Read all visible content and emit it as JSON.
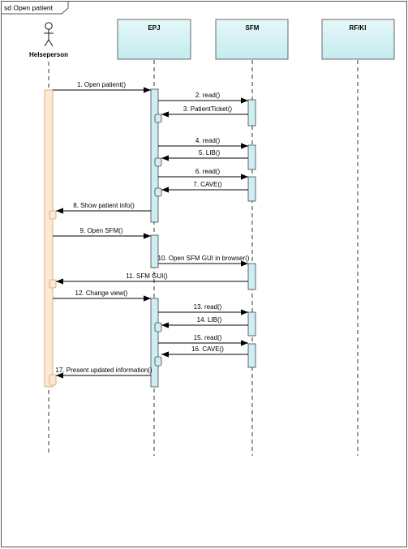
{
  "frame": {
    "title": "sd Open patient"
  },
  "actor": {
    "name": "Helseperson"
  },
  "lifelines": [
    {
      "id": "epj",
      "label": "EPJ"
    },
    {
      "id": "sfm",
      "label": "SFM"
    },
    {
      "id": "rfki",
      "label": "RF/KI"
    }
  ],
  "messages": [
    {
      "n": 1,
      "label": "1. Open patient()",
      "from": "actor",
      "to": "epj",
      "kind": "call"
    },
    {
      "n": 2,
      "label": "2. read()",
      "from": "epj",
      "to": "sfm",
      "kind": "call"
    },
    {
      "n": 3,
      "label": "3. PatientTicket()",
      "from": "sfm",
      "to": "epj",
      "kind": "return"
    },
    {
      "n": 4,
      "label": "4. read()",
      "from": "epj",
      "to": "sfm",
      "kind": "call"
    },
    {
      "n": 5,
      "label": "5. LIB()",
      "from": "sfm",
      "to": "epj",
      "kind": "return"
    },
    {
      "n": 6,
      "label": "6. read()",
      "from": "epj",
      "to": "sfm",
      "kind": "call"
    },
    {
      "n": 7,
      "label": "7. CAVE()",
      "from": "sfm",
      "to": "epj",
      "kind": "return"
    },
    {
      "n": 8,
      "label": "8. Show patient info()",
      "from": "epj",
      "to": "actor",
      "kind": "return"
    },
    {
      "n": 9,
      "label": "9. Open SFM()",
      "from": "actor",
      "to": "epj",
      "kind": "call"
    },
    {
      "n": 10,
      "label": "10. Open SFM GUI in browser()",
      "from": "epj",
      "to": "sfm",
      "kind": "call"
    },
    {
      "n": 11,
      "label": "11. SFM GUI()",
      "from": "sfm",
      "to": "actor",
      "kind": "return"
    },
    {
      "n": 12,
      "label": "12. Change view()",
      "from": "actor",
      "to": "epj",
      "kind": "call"
    },
    {
      "n": 13,
      "label": "13. read()",
      "from": "epj",
      "to": "sfm",
      "kind": "call"
    },
    {
      "n": 14,
      "label": "14. LIB()",
      "from": "sfm",
      "to": "epj",
      "kind": "return"
    },
    {
      "n": 15,
      "label": "15. read()",
      "from": "epj",
      "to": "sfm",
      "kind": "call"
    },
    {
      "n": 16,
      "label": "16. CAVE()",
      "from": "sfm",
      "to": "epj",
      "kind": "return"
    },
    {
      "n": 17,
      "label": "17. Present updated information()",
      "from": "epj",
      "to": "actor",
      "kind": "return"
    }
  ],
  "colors": {
    "actor_activation": "#fde9d0",
    "actor_activation_border": "#c9a27a",
    "activation": "#cdeef2",
    "lifeline_head_top": "#e6f7f8",
    "lifeline_head_bottom": "#c4ecef",
    "line": "#000000"
  }
}
